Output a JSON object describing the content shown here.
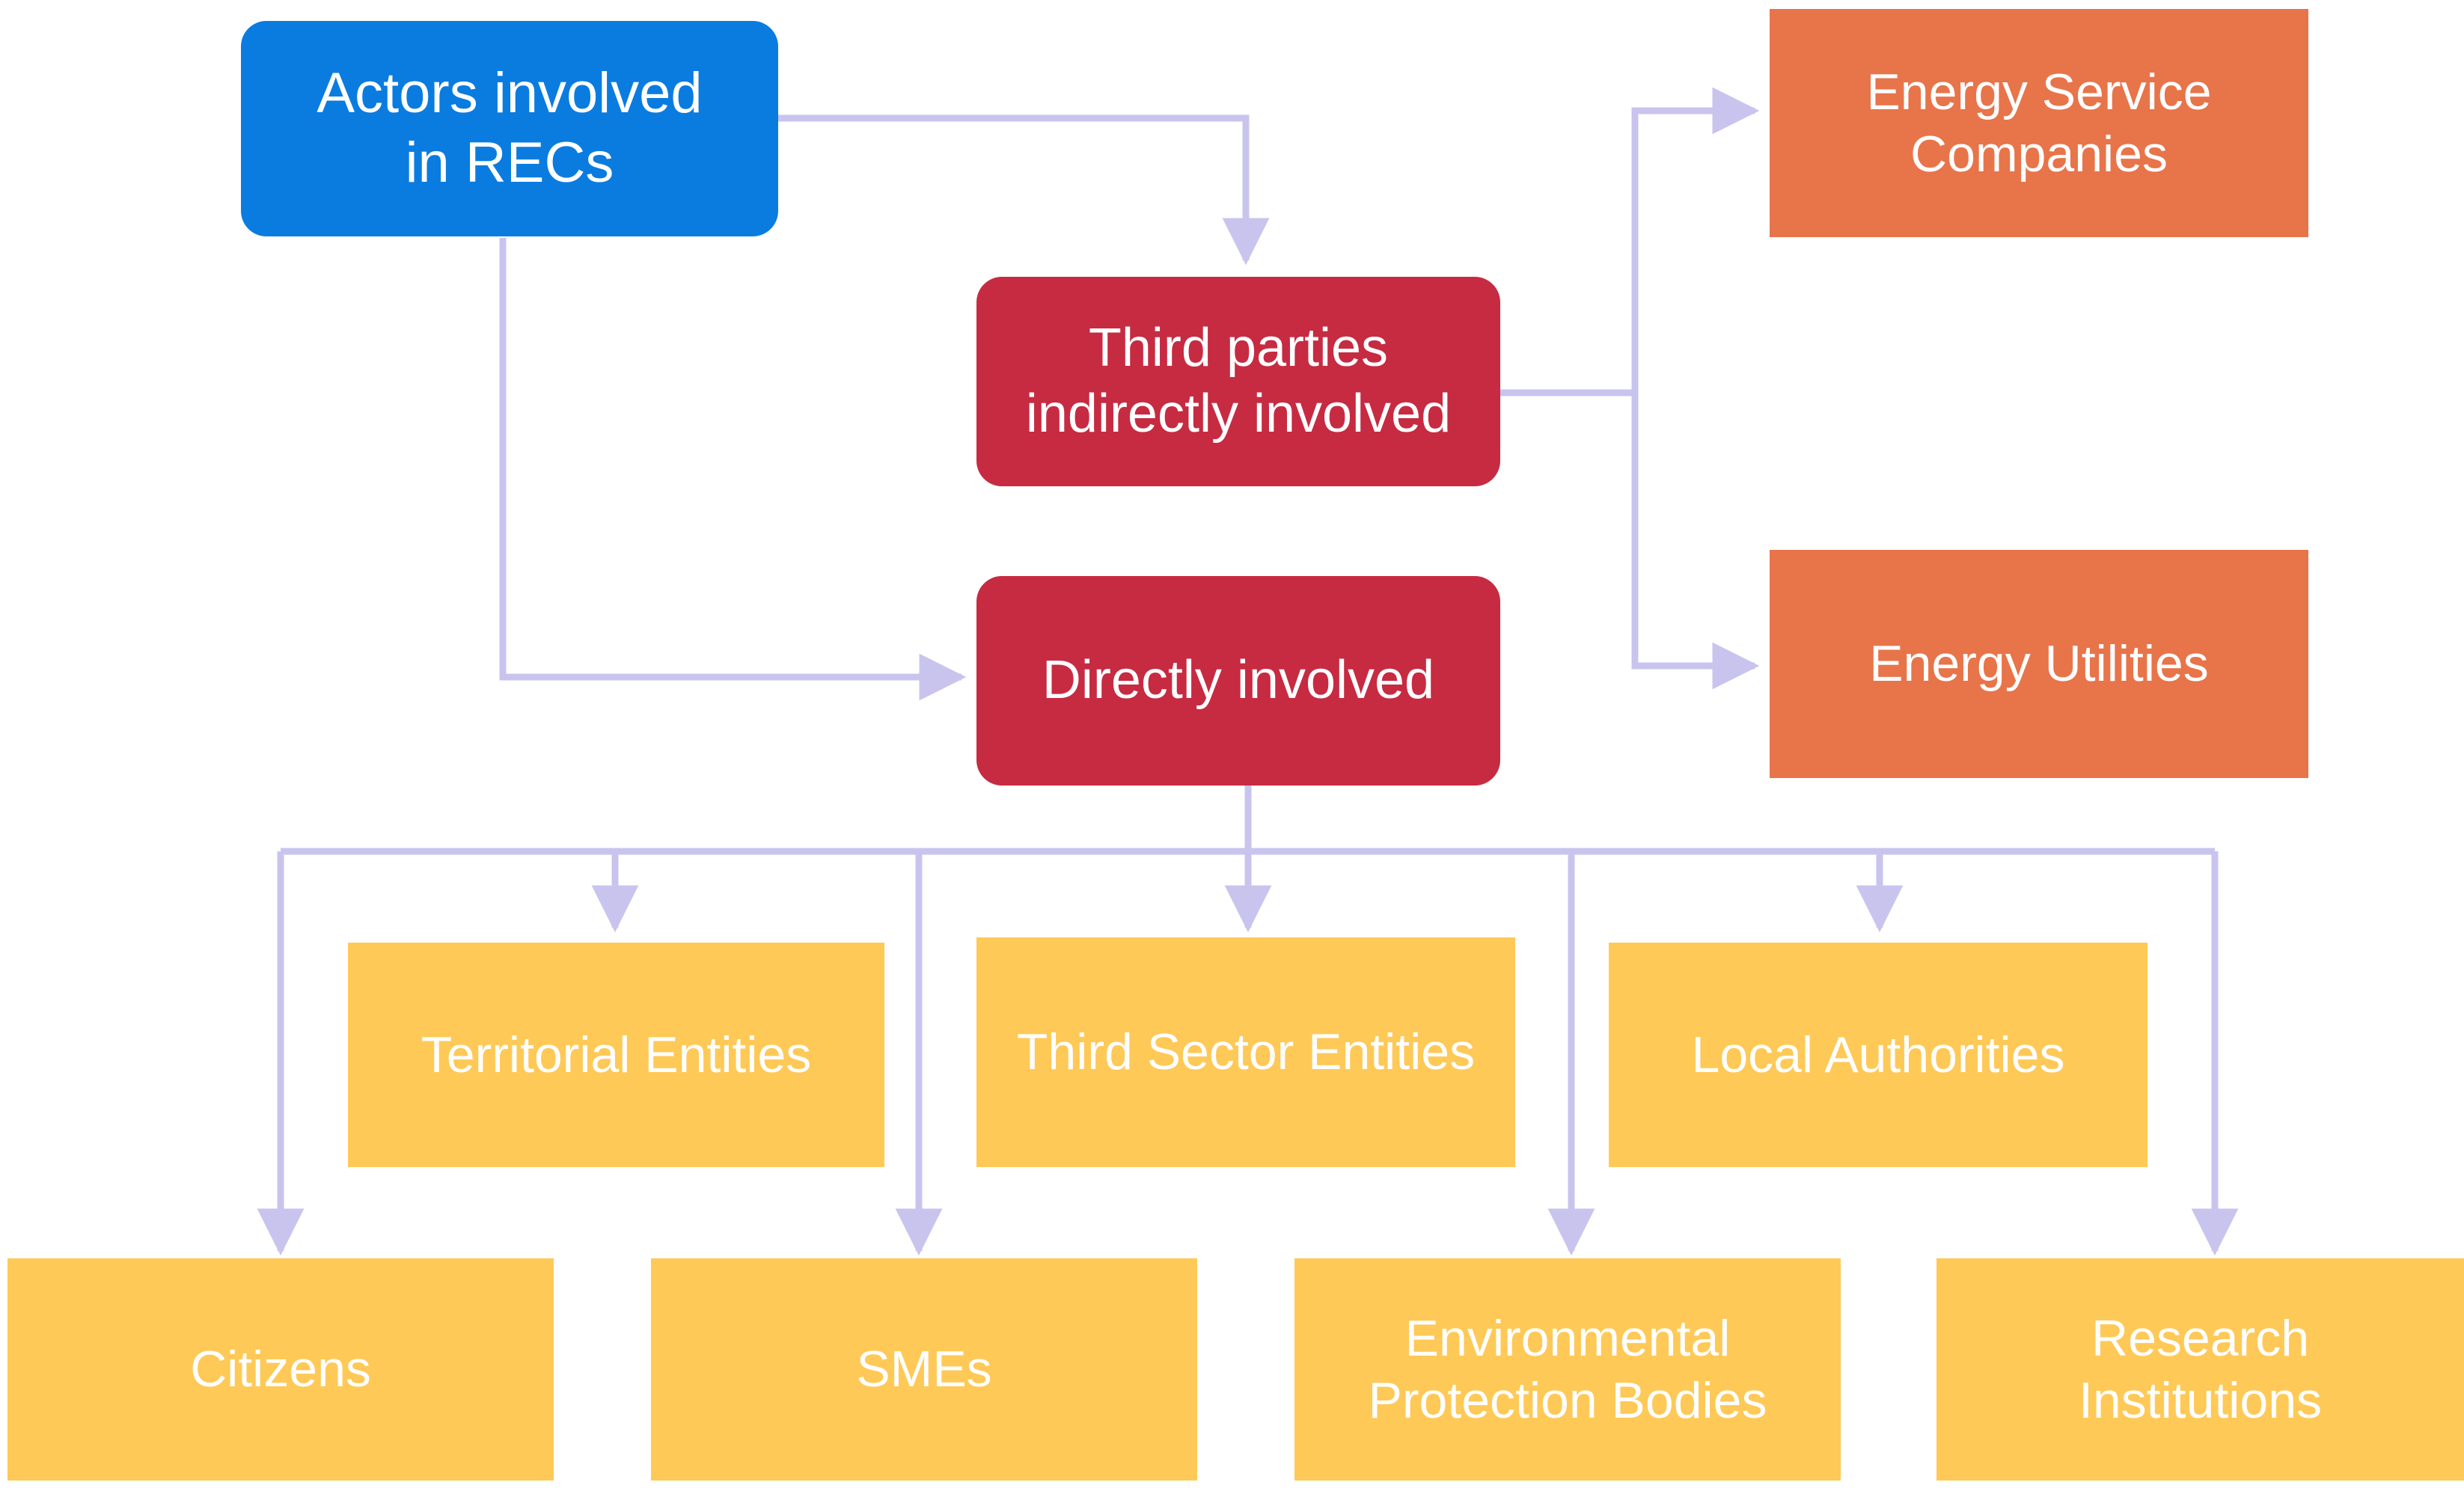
{
  "diagram": {
    "title": "Actors involved in RECs",
    "connector_color": "#C9C4EE",
    "background": "#FFFFFF",
    "palette": {
      "root": "#0A7CE0",
      "category": "#C62B42",
      "indirect_leaf": "#E8744A",
      "direct_leaf": "#FFC957",
      "connector": "#C9C4EE",
      "node_text": "#FFFFFF"
    },
    "nodes": {
      "root": {
        "label": "Actors involved\nin RECs",
        "type": "root"
      },
      "third_parties": {
        "label": "Third parties\nindirectly involved",
        "type": "category"
      },
      "directly_involved": {
        "label": "Directly involved",
        "type": "category"
      },
      "energy_service_companies": {
        "label": "Energy Service\nCompanies",
        "type": "indirect_leaf"
      },
      "energy_utilities": {
        "label": "Energy Utilities",
        "type": "indirect_leaf"
      },
      "territorial_entities": {
        "label": "Territorial Entities",
        "type": "direct_leaf"
      },
      "third_sector_entities": {
        "label": "Third Sector Entities",
        "type": "direct_leaf"
      },
      "local_authorities": {
        "label": "Local Authorities",
        "type": "direct_leaf"
      },
      "citizens": {
        "label": "Citizens",
        "type": "direct_leaf"
      },
      "smes": {
        "label": "SMEs",
        "type": "direct_leaf"
      },
      "environmental_protection_bodies": {
        "label": "Environmental\nProtection Bodies",
        "type": "direct_leaf"
      },
      "research_institutions": {
        "label": "Research\nInstitutions",
        "type": "direct_leaf"
      }
    },
    "edges": [
      {
        "from": "root",
        "to": "third_parties"
      },
      {
        "from": "root",
        "to": "directly_involved"
      },
      {
        "from": "third_parties",
        "to": "energy_service_companies"
      },
      {
        "from": "third_parties",
        "to": "energy_utilities"
      },
      {
        "from": "directly_involved",
        "to": "territorial_entities"
      },
      {
        "from": "directly_involved",
        "to": "third_sector_entities"
      },
      {
        "from": "directly_involved",
        "to": "local_authorities"
      },
      {
        "from": "directly_involved",
        "to": "citizens"
      },
      {
        "from": "directly_involved",
        "to": "smes"
      },
      {
        "from": "directly_involved",
        "to": "environmental_protection_bodies"
      },
      {
        "from": "directly_involved",
        "to": "research_institutions"
      }
    ]
  }
}
